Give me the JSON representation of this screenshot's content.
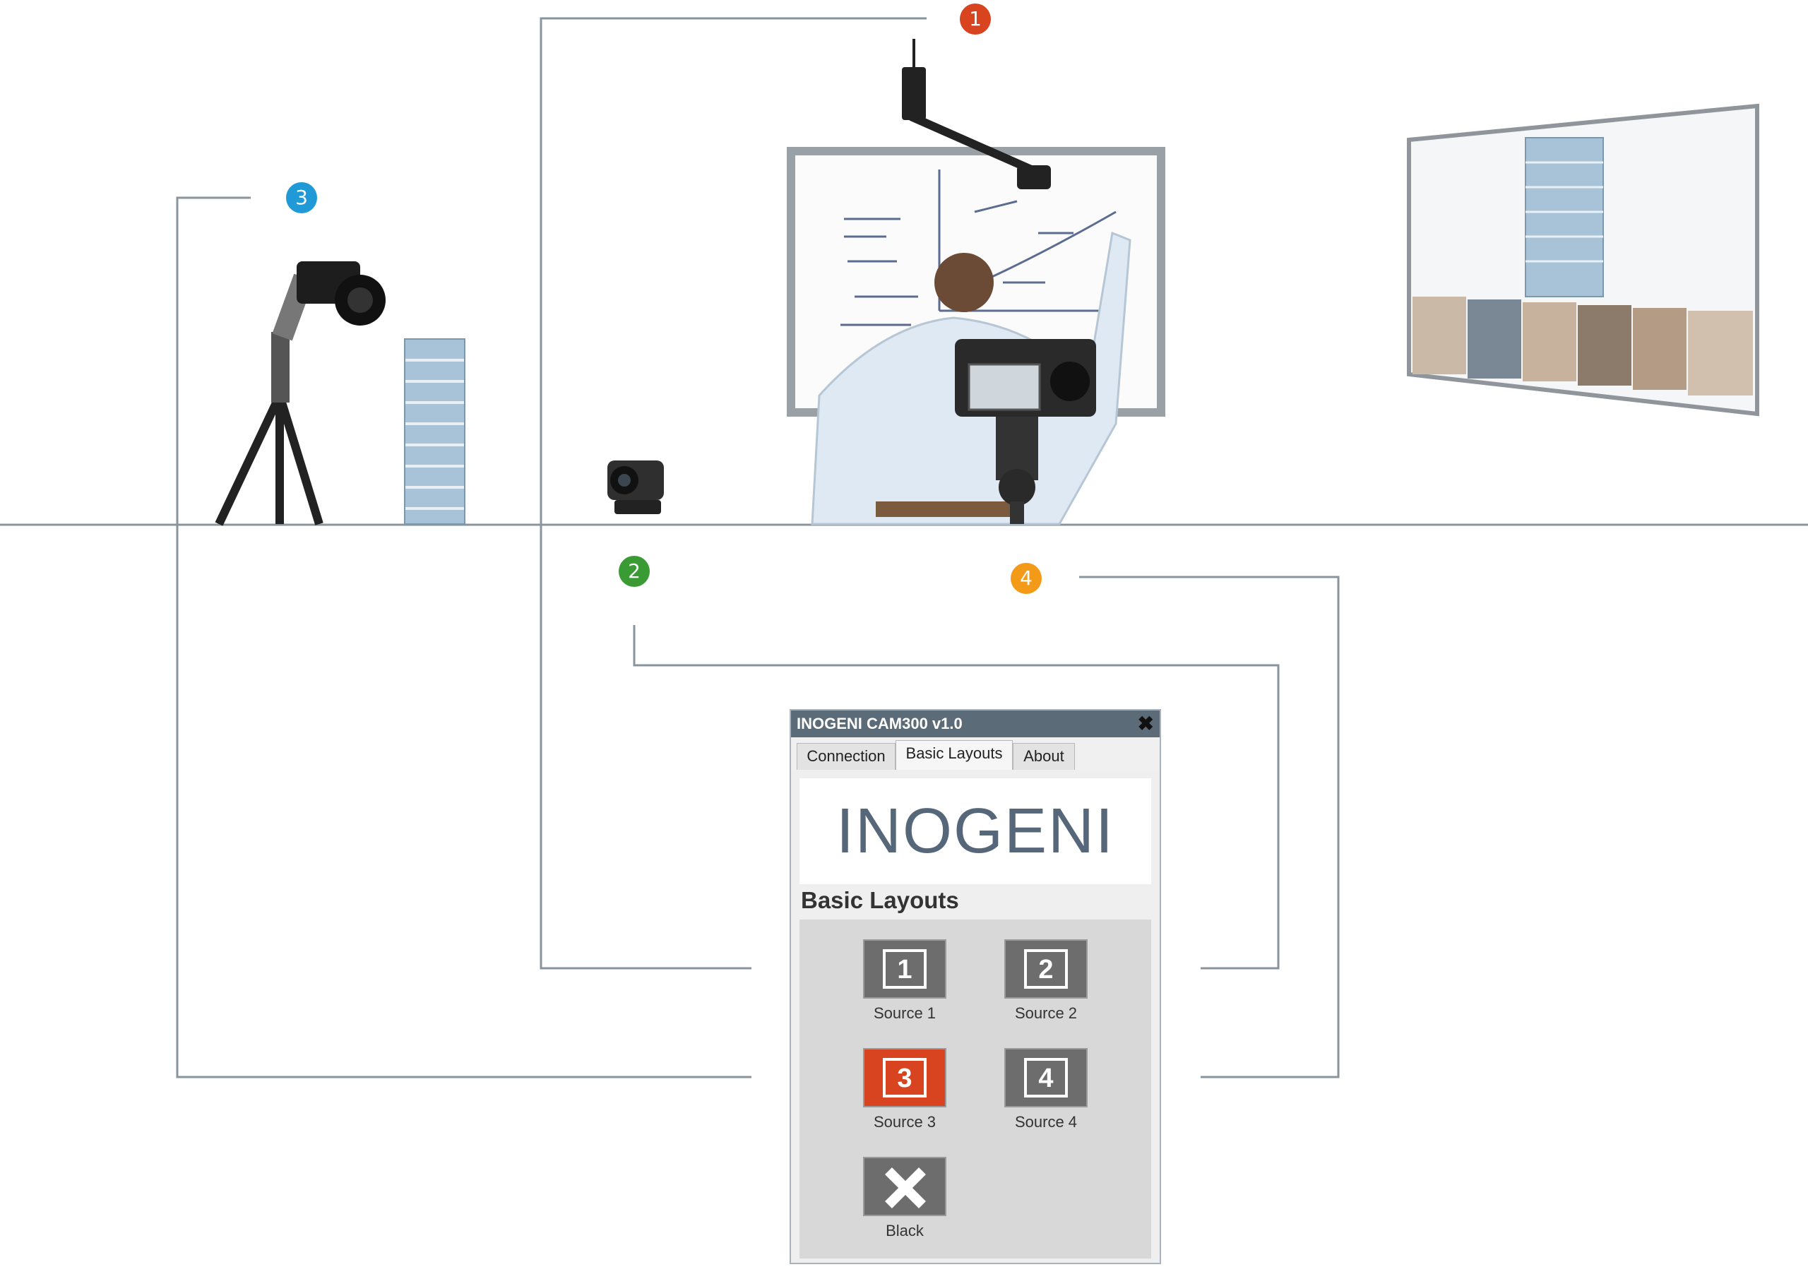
{
  "badges": {
    "b1": "1",
    "b2": "2",
    "b3": "3",
    "b4": "4"
  },
  "colors": {
    "source1": "#d7441f",
    "source2": "#3a9b34",
    "source3": "#1f9ad6",
    "source4": "#f39a18",
    "active": "#d7441f"
  },
  "app": {
    "title": "INOGENI CAM300 v1.0",
    "close_icon": "close-icon",
    "tabs": [
      {
        "label": "Connection"
      },
      {
        "label": "Basic Layouts",
        "active": true
      },
      {
        "label": "About"
      }
    ],
    "logo_text": "INOGENI",
    "section_title": "Basic Layouts",
    "sources": [
      {
        "num": "1",
        "label": "Source 1",
        "badge": "1"
      },
      {
        "num": "2",
        "label": "Source 2",
        "badge": "2"
      },
      {
        "num": "3",
        "label": "Source 3",
        "badge": "3",
        "active": true
      },
      {
        "num": "4",
        "label": "Source 4",
        "badge": "4"
      }
    ],
    "black_label": "Black"
  }
}
